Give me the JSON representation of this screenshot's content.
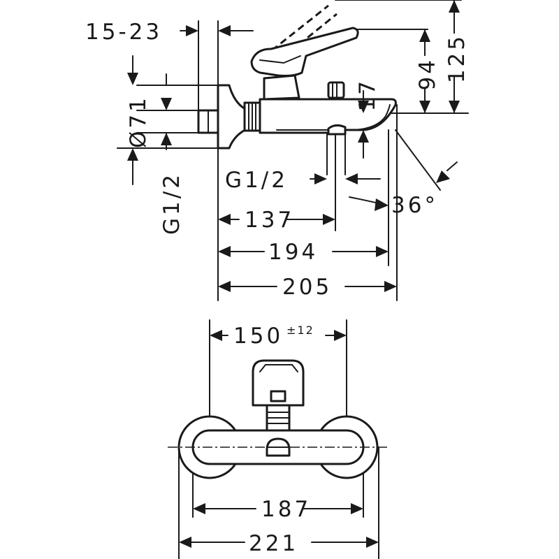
{
  "side_view": {
    "dims": {
      "wall_offset": "15-23",
      "height_125": "125",
      "height_94": "94",
      "height_17": "17",
      "diameter": "Ø71",
      "thread_left": "G1/2",
      "thread_outlet": "G1/2",
      "length_137": "137",
      "length_194": "194",
      "length_205": "205",
      "angle": "36°"
    }
  },
  "front_view": {
    "dims": {
      "centers": "150",
      "centers_tolerance": "±12",
      "width_187": "187",
      "width_221": "221"
    }
  }
}
